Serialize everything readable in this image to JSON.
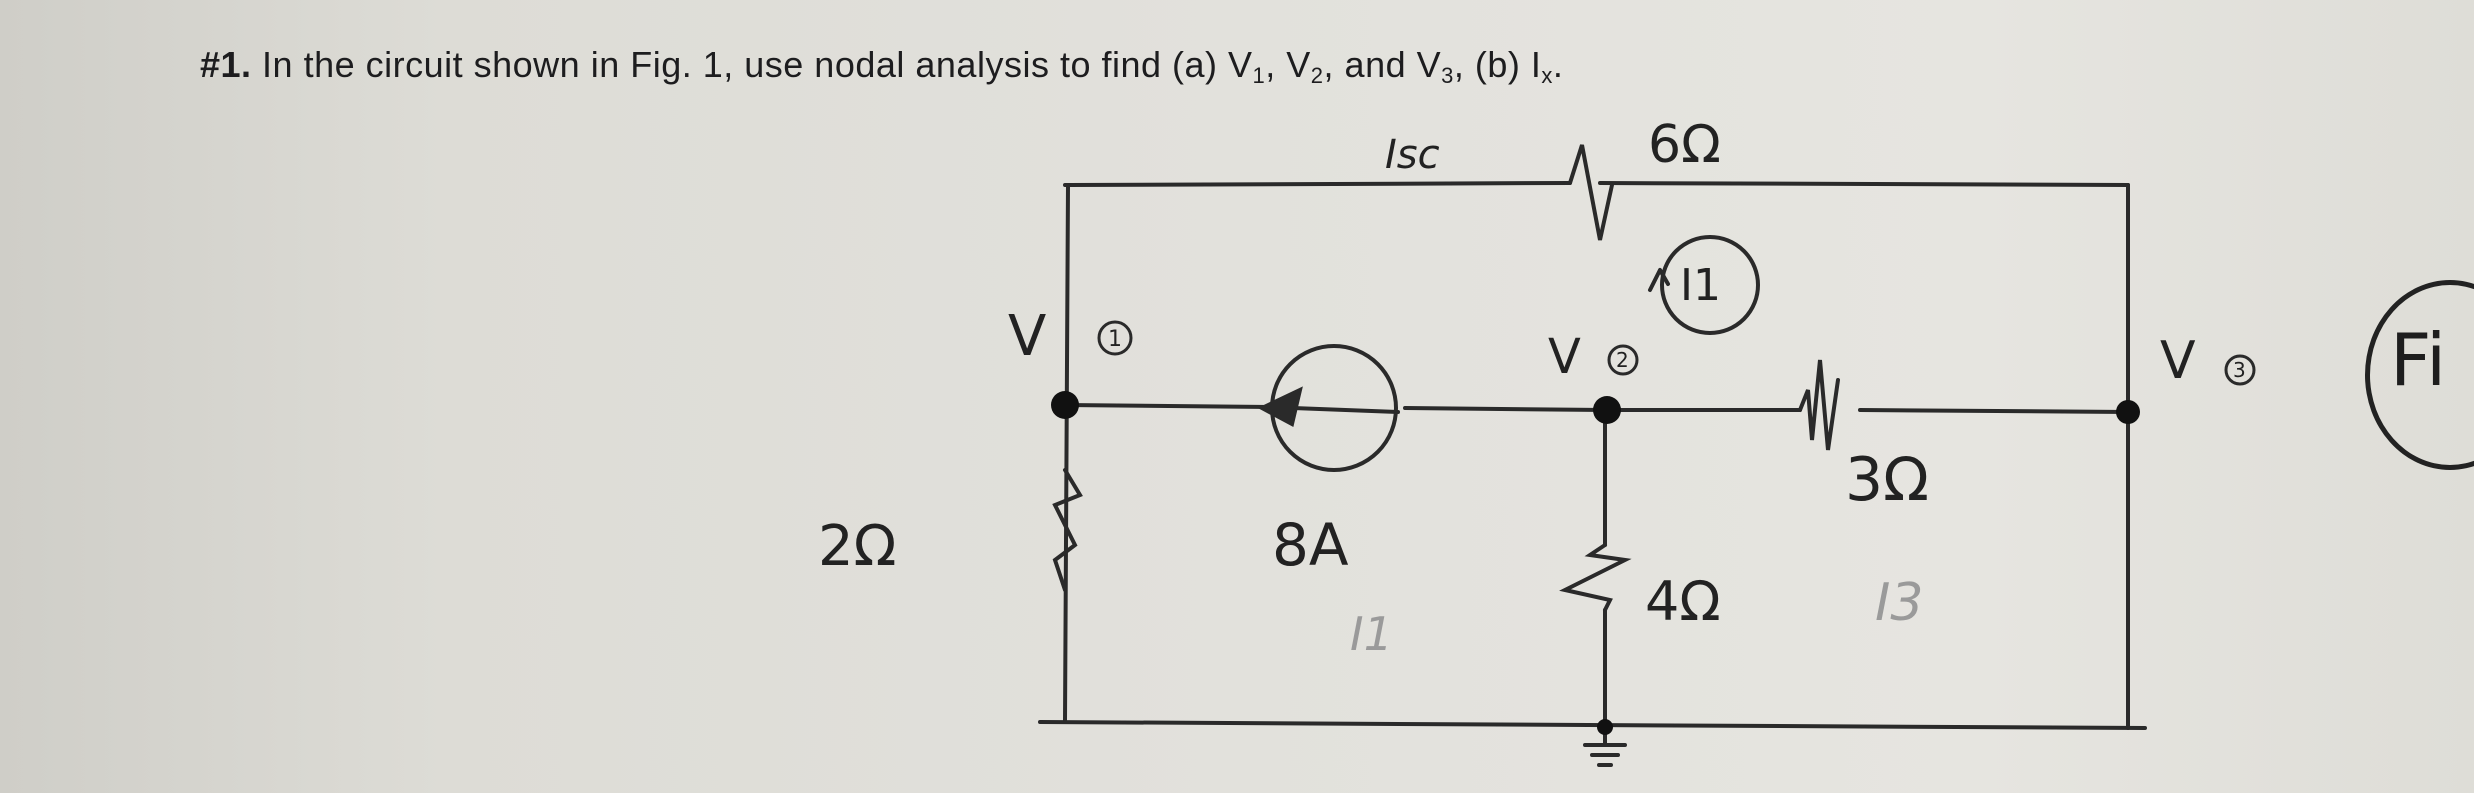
{
  "problem": {
    "number": "#1.",
    "text_before": " In the circuit shown in Fig. 1, use nodal analysis to find (a) V",
    "sub_1": "1",
    "sep_1": ", V",
    "sub_2": "2",
    "sep_2": ", and V",
    "sub_3": "3",
    "sep_3": ", (b) I",
    "sub_x": "x",
    "text_end": "."
  },
  "figure": {
    "label": "Fi"
  },
  "circuit": {
    "resistor_top": "6Ω",
    "resistor_top_current": "Isc",
    "loop_current_top": "I1",
    "node_1_label": "V",
    "node_1_number": "1",
    "node_2_label": "V",
    "node_2_number": "2",
    "node_3_label": "V",
    "node_3_number": "3",
    "resistor_left": "2Ω",
    "current_source": "8A",
    "loop_current_left": "I1",
    "resistor_middle": "4Ω",
    "resistor_right": "3Ω",
    "loop_current_right": "I3"
  }
}
